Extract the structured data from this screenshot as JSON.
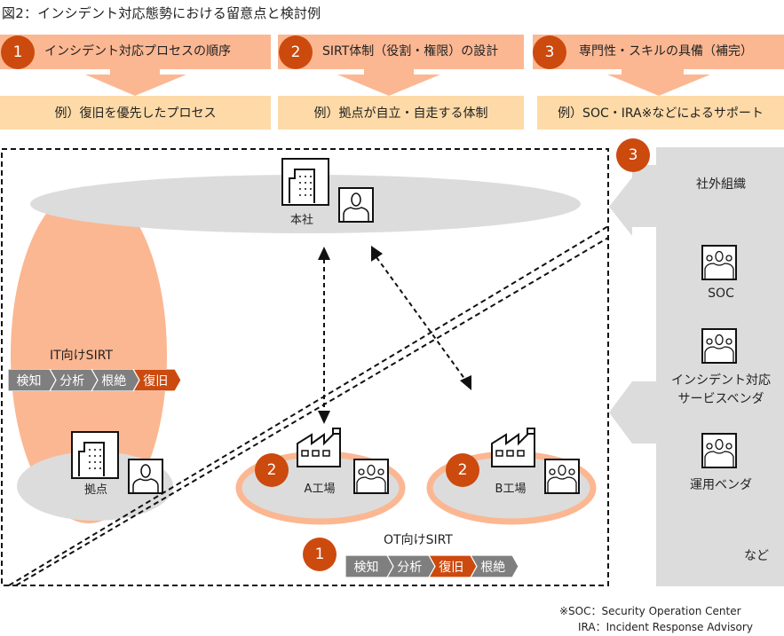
{
  "title": "図2：インシデント対応態勢における留意点と検討例",
  "colors": {
    "accent": "#cc4a0e",
    "band": "#fbb792",
    "example": "#fddaa7",
    "gray_fill": "#dcdcdc",
    "chevron_gray": "#7f7f7f"
  },
  "points": [
    {
      "number": "1",
      "heading": "インシデント対応プロセスの順序",
      "example": "例）復旧を優先したプロセス"
    },
    {
      "number": "2",
      "heading": "SIRT体制（役割・権限）の設計",
      "example": "例）拠点が自立・自走する体制"
    },
    {
      "number": "3",
      "heading": "専門性・スキルの具備（補完）",
      "example": "例）SOC・IRA※などによるサポート"
    }
  ],
  "diagram": {
    "honsha": {
      "label": "本社",
      "icons": [
        "building-icon",
        "person-icon"
      ]
    },
    "kyoten": {
      "label": "拠点",
      "icons": [
        "building-icon",
        "person-icon"
      ]
    },
    "factory_a": {
      "label": "A工場",
      "badge": "2",
      "icons": [
        "factory-icon",
        "group-icon"
      ]
    },
    "factory_b": {
      "label": "B工場",
      "badge": "2",
      "icons": [
        "factory-icon",
        "group-icon"
      ]
    },
    "it_sirt": {
      "label": "IT向けSIRT",
      "steps": [
        {
          "label": "検知",
          "highlight": false
        },
        {
          "label": "分析",
          "highlight": false
        },
        {
          "label": "根絶",
          "highlight": false
        },
        {
          "label": "復旧",
          "highlight": true
        }
      ]
    },
    "ot_sirt": {
      "label": "OT向けSIRT",
      "badge": "1",
      "steps": [
        {
          "label": "検知",
          "highlight": false
        },
        {
          "label": "分析",
          "highlight": false
        },
        {
          "label": "復旧",
          "highlight": true
        },
        {
          "label": "根絶",
          "highlight": false
        }
      ]
    },
    "external": {
      "badge": "3",
      "title": "社外組織",
      "items": [
        {
          "label": "SOC"
        },
        {
          "label": "インシデント対応\nサービスベンダ",
          "line1": "インシデント対応",
          "line2": "サービスベンダ"
        },
        {
          "label": "運用ベンダ"
        }
      ],
      "etc": "など"
    }
  },
  "footnote": {
    "line1": "※SOC：Security Operation Center",
    "line2": "IRA：Incident Response Advisory"
  }
}
